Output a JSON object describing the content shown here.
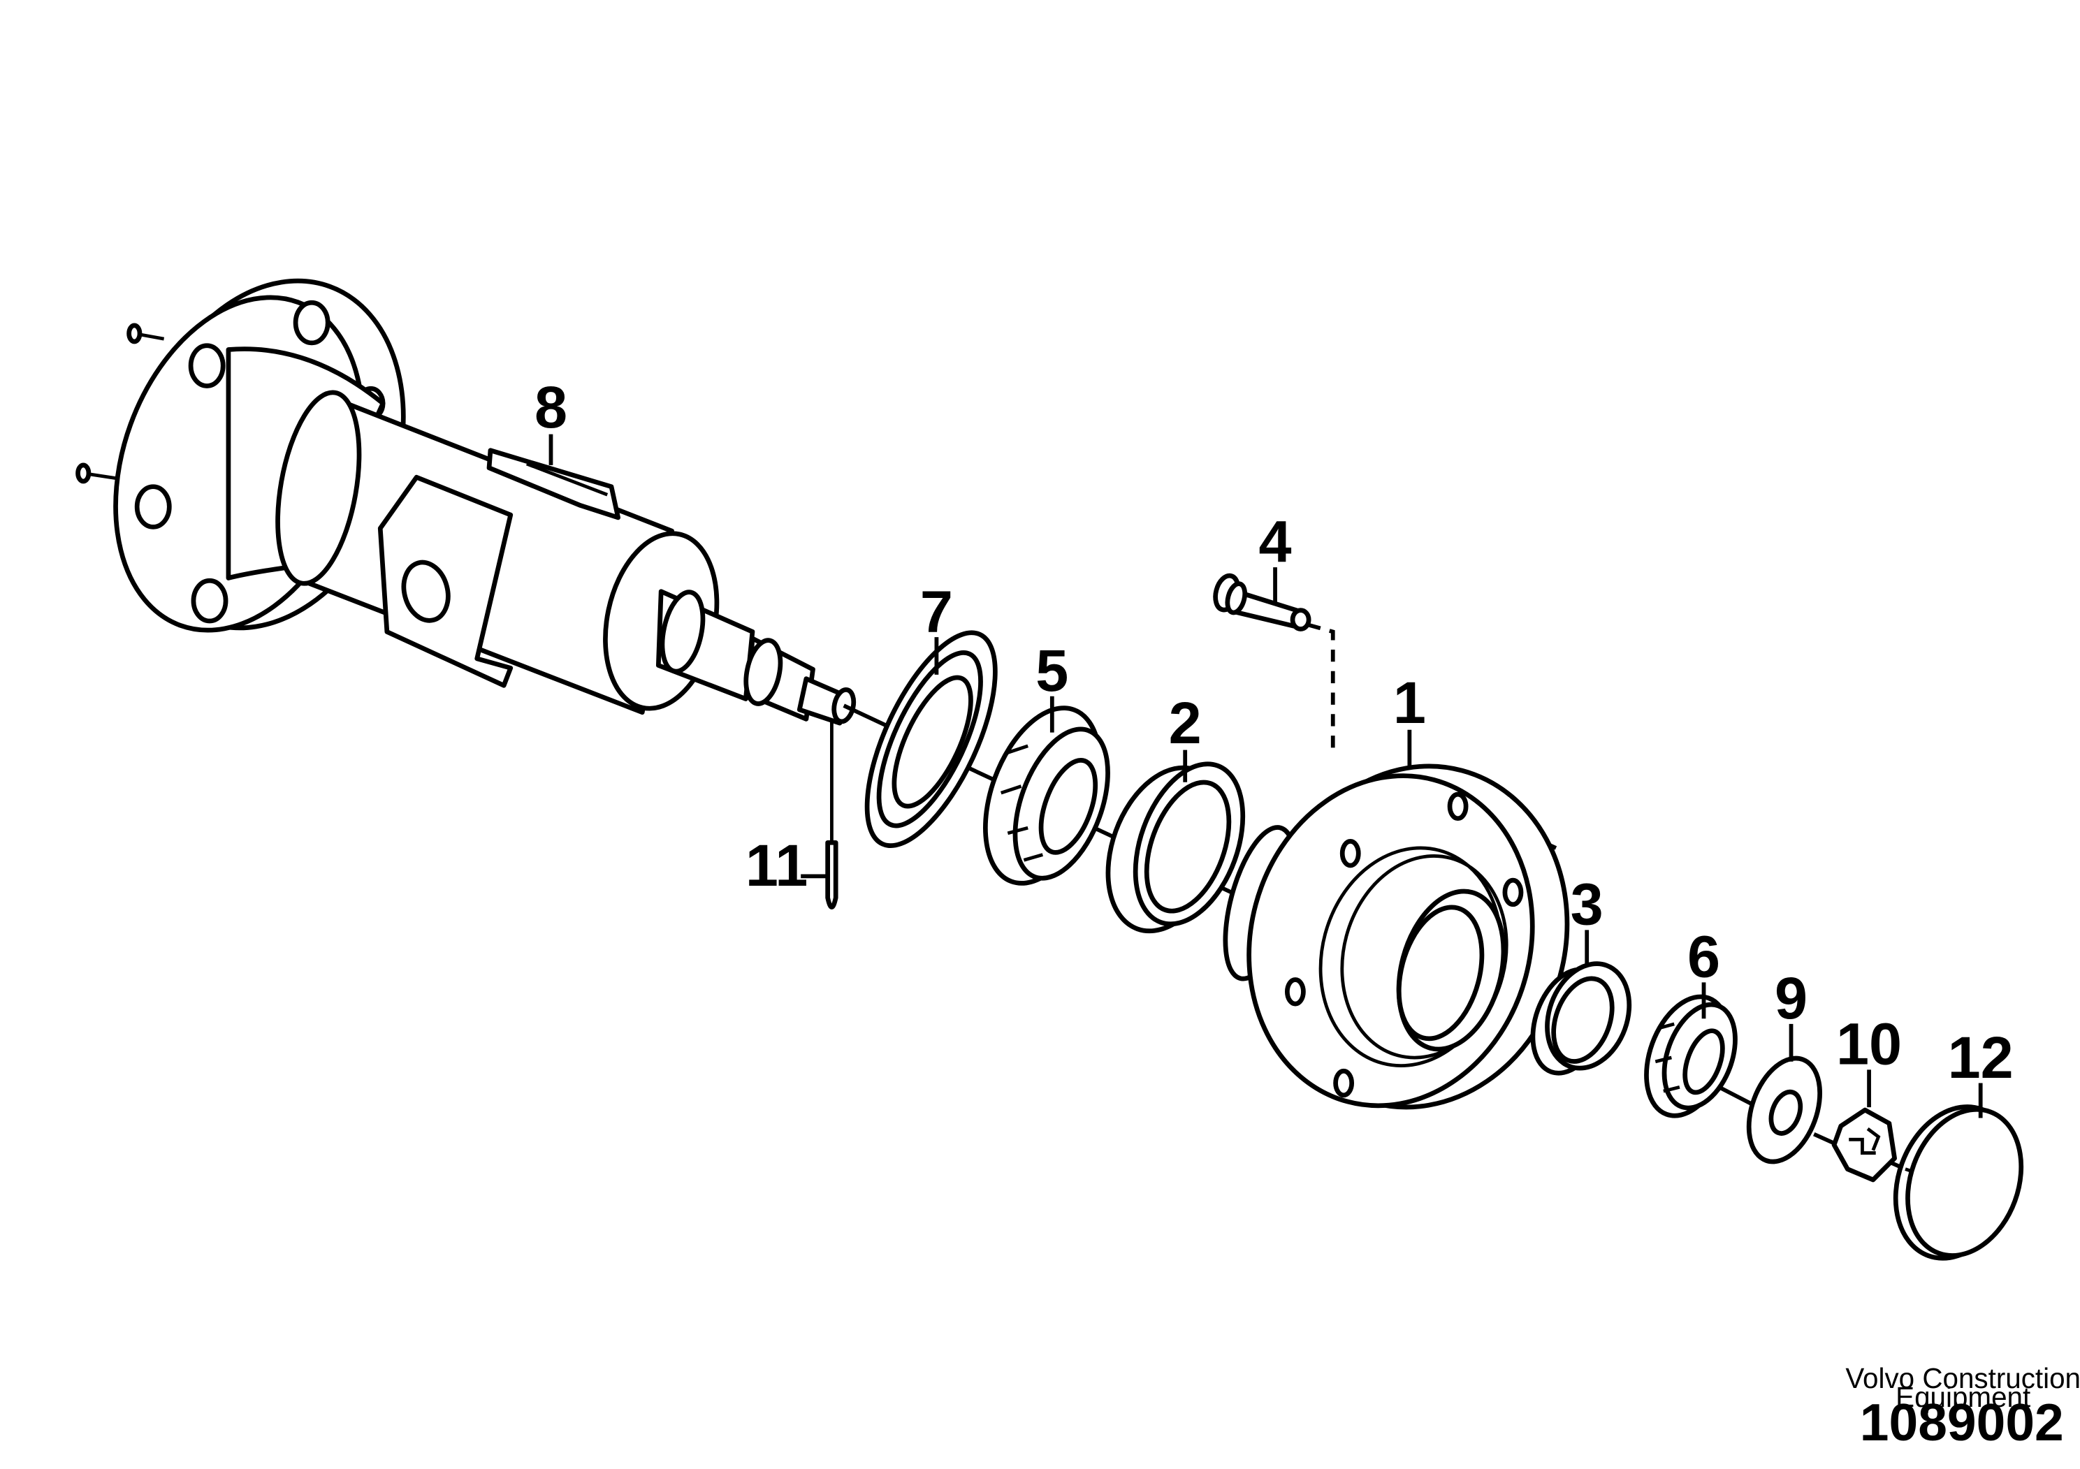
{
  "callouts": {
    "c1": "1",
    "c2": "2",
    "c3": "3",
    "c4": "4",
    "c5": "5",
    "c6": "6",
    "c7": "7",
    "c8": "8",
    "c9": "9",
    "c10": "10",
    "c11": "11",
    "c12": "12"
  },
  "publisher": {
    "line1": "Volvo Construction",
    "line2": "Equipment",
    "figure_number": "1089002"
  }
}
